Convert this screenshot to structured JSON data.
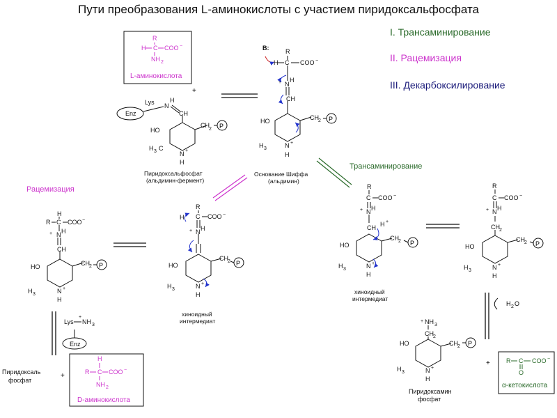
{
  "title": "Пути преобразования L-аминокислоты с участием пиридоксальфосфата",
  "legend": {
    "trans": "I. Трансаминирование",
    "racem": "II. Рацемизация",
    "decarb": "III. Декарбоксилирование"
  },
  "labels": {
    "l_amino": "L-аминокислота",
    "plp_1": "Пиридоксальфосфат",
    "plp_2": "(альдимин-фермент)",
    "schiff_1": "Основание Шиффа",
    "schiff_2": "(альдимин)",
    "racem": "Рацемизация",
    "trans": "Трансаминирование",
    "quin_1": "хиноидный",
    "quin_2": "интермедиат",
    "plp_fos_1": "Пиридоксаль",
    "plp_fos_2": "фосфат",
    "d_amino": "D-аминокислота",
    "pmp_1": "Пиридоксамин",
    "pmp_2": "фосфат",
    "ketoacid": "α-кетокислота"
  },
  "chem": {
    "R": "R",
    "H": "H",
    "C": "C",
    "COO": "COO",
    "minus": "−",
    "NH2": "NH",
    "NH3": "NH",
    "sub2": "2",
    "sub3": "3",
    "N": "N",
    "CH": "CH",
    "CH2": "CH",
    "HO": "HO",
    "H3C": "H",
    "P": "P",
    "plus": "+",
    "Lys": "Lys",
    "Enz": "Enz",
    "B": "B:",
    "Hplus": "H",
    "H2O": "H",
    "O": "O",
    "OH2": "O",
    "c_sub": "C"
  },
  "colors": {
    "magenta": "#cc33cc",
    "navy": "#1a1a7a",
    "green": "#2a6a2a",
    "blue": "#2233cc",
    "red": "#cc2222"
  }
}
